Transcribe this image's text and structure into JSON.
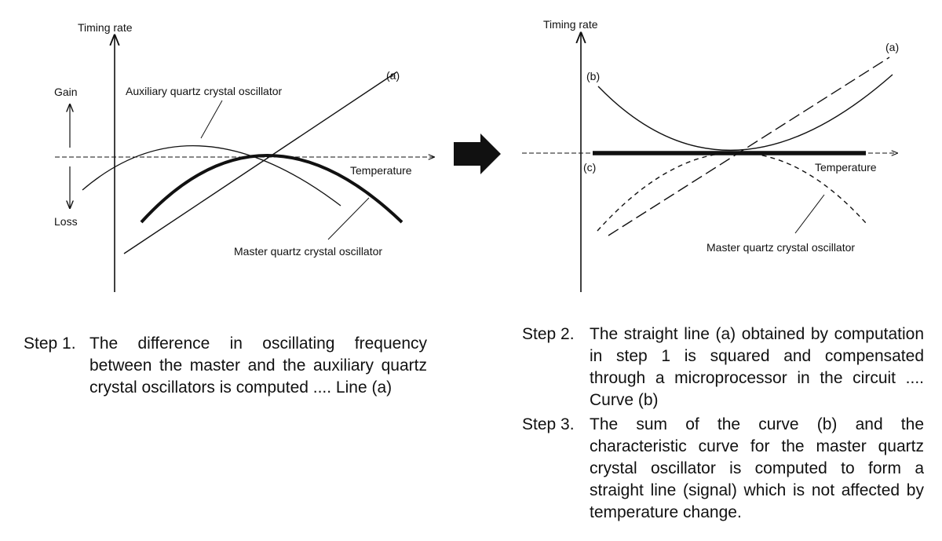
{
  "left_diagram": {
    "y_axis_label": "Timing rate",
    "gain_label": "Gain",
    "loss_label": "Loss",
    "x_axis_label": "Temperature",
    "aux_label": "Auxiliary quartz crystal oscillator",
    "master_label": "Master quartz crystal oscillator",
    "line_a_label": "(a)"
  },
  "arrow": {
    "icon": "right-arrow-icon"
  },
  "right_diagram": {
    "y_axis_label": "Timing rate",
    "x_axis_label": "Temperature",
    "curve_b_label": "(b)",
    "line_a_label": "(a)",
    "line_c_label": "(c)",
    "master_label": "Master quartz crystal oscillator"
  },
  "steps": {
    "step1": {
      "number": "Step 1.",
      "text": "The difference in oscillating frequency between the master and the auxiliary quartz crystal oscillators is computed .... Line (a)"
    },
    "step2": {
      "number": "Step 2.",
      "text": "The straight line (a) obtained by computation in step 1 is squared and compensated through a microprocessor in the circuit .... Curve (b)"
    },
    "step3": {
      "number": "Step 3.",
      "text": "The sum of the curve (b) and the characteristic curve for the master quartz crystal oscillator is computed to form a straight line (signal) which is not affected by temperature change."
    }
  }
}
